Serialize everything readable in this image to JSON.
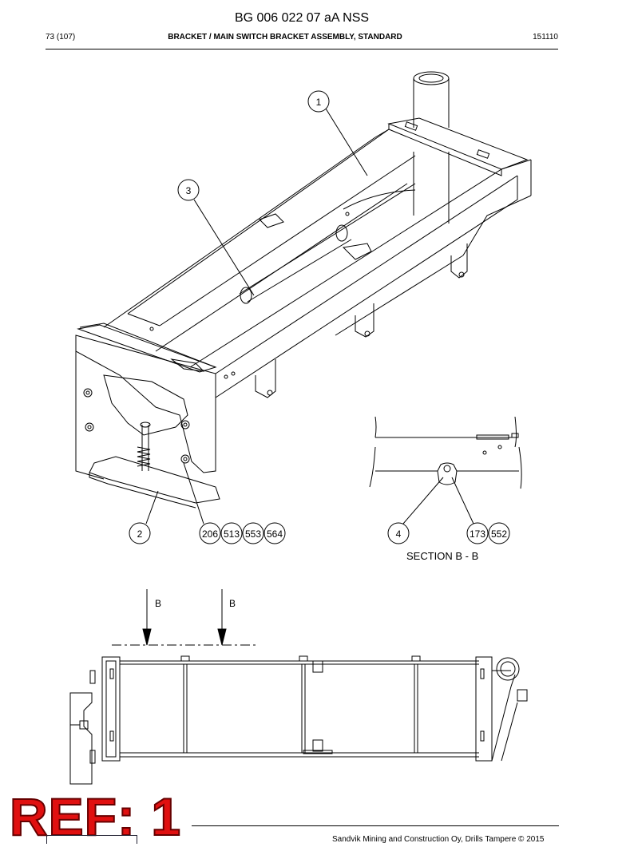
{
  "header": {
    "doc_number": "BG 006 022 07 aA NSS",
    "page": "73 (107)",
    "title": "BRACKET / MAIN SWITCH BRACKET ASSEMBLY, STANDARD",
    "code": "151110"
  },
  "callouts": {
    "c1": "1",
    "c2": "2",
    "c3": "3",
    "c4": "4",
    "c206": "206",
    "c513": "513",
    "c553": "553",
    "c564": "564",
    "c173": "173",
    "c552": "552"
  },
  "section": {
    "label": "SECTION B - B",
    "arrow_left": "B",
    "arrow_right": "B"
  },
  "ref_label": "REF: 1",
  "footer": {
    "copyright": "Sandvik Mining and Construction Oy, Drills Tampere © 2015"
  }
}
